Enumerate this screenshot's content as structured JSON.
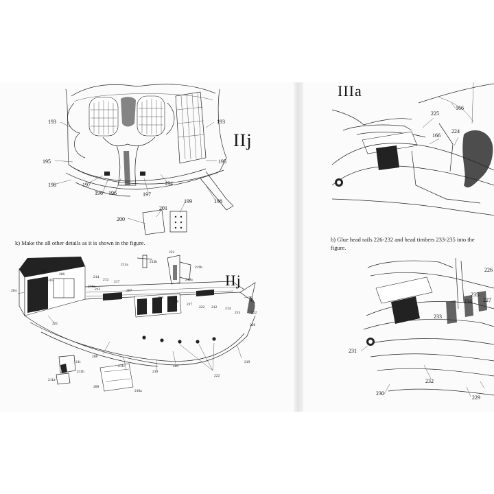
{
  "headings": {
    "iij_top": "IIj",
    "iij_bottom": "IIj",
    "iiia": "IIIa"
  },
  "captions": {
    "k": "k) Make the all other details as it is shown in the figure.",
    "b_line1": "b) Glue head rails 226-232 and head timbers 233-235 into the",
    "b_line2": "figure."
  },
  "labels": {
    "stern": [
      "193",
      "193",
      "195",
      "195",
      "198",
      "197",
      "196",
      "196",
      "197",
      "194",
      "198",
      "201",
      "199",
      "200"
    ],
    "deck": [
      "203",
      "206",
      "205",
      "204",
      "214",
      "212",
      "217",
      "213a",
      "213b",
      "222",
      "219b",
      "219a",
      "218a",
      "213",
      "207",
      "216",
      "218",
      "217",
      "222",
      "212",
      "214",
      "215",
      "222",
      "220",
      "221",
      "208",
      "211",
      "211b",
      "211a",
      "211c",
      "210",
      "209",
      "219",
      "222",
      "208",
      "210a",
      "210b"
    ],
    "head": [
      "166",
      "225",
      "166",
      "224",
      "226",
      "235",
      "227",
      "234",
      "233",
      "231",
      "232",
      "230",
      "229"
    ]
  }
}
